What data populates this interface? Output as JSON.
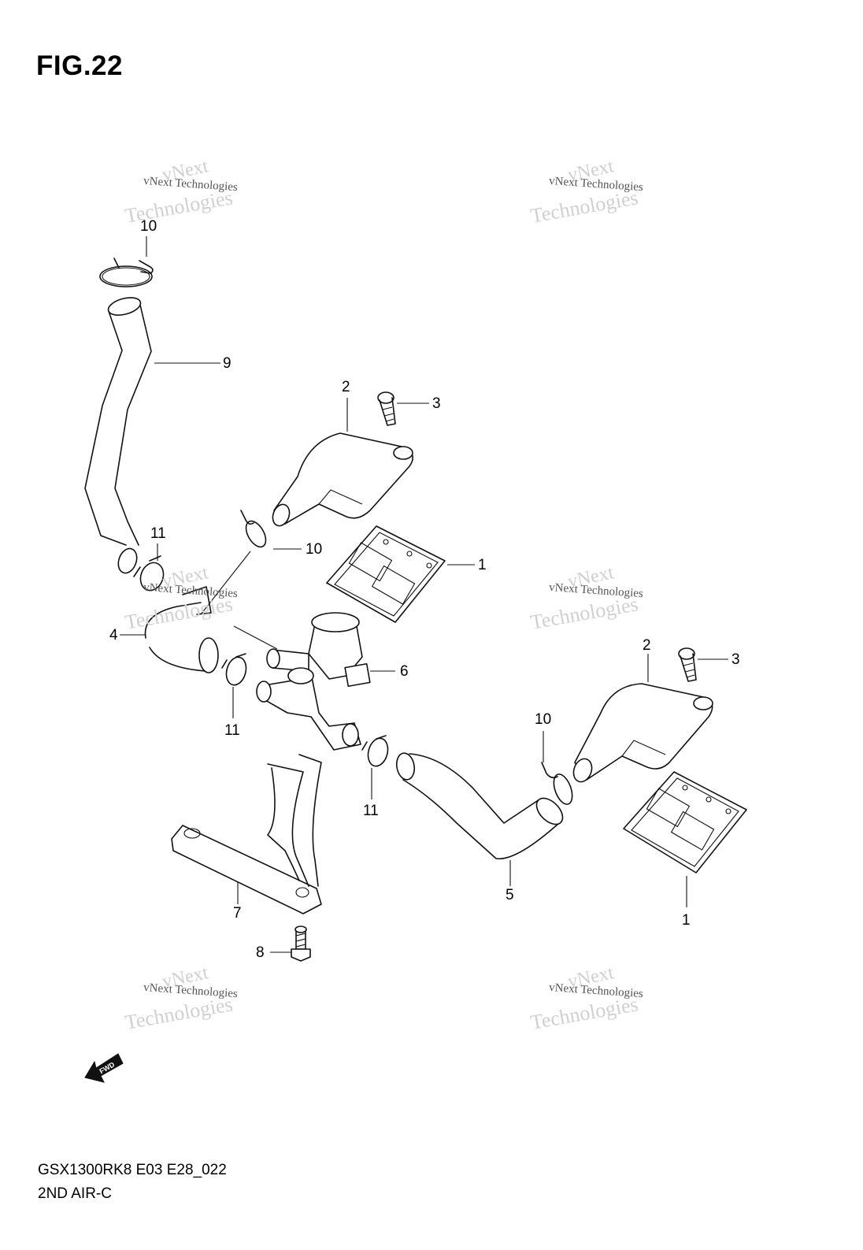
{
  "figure_title": "FIG.22",
  "callouts": {
    "c10a": "10",
    "c9": "9",
    "c2a": "2",
    "c3a": "3",
    "c11a": "11",
    "c10b": "10",
    "c1a": "1",
    "c4": "4",
    "c6": "6",
    "c11b": "11",
    "c2b": "2",
    "c3b": "3",
    "c10c": "10",
    "c11c": "11",
    "c7": "7",
    "c5": "5",
    "c1b": "1",
    "c8": "8"
  },
  "fwd_label": "FWD",
  "footer": {
    "model_code": "GSX1300RK8 E03 E28_022",
    "section_name": "2ND AIR-C"
  },
  "watermark": {
    "line_a": "vNext",
    "line_b": "vNext Technologies",
    "line_c": "Technologies"
  }
}
